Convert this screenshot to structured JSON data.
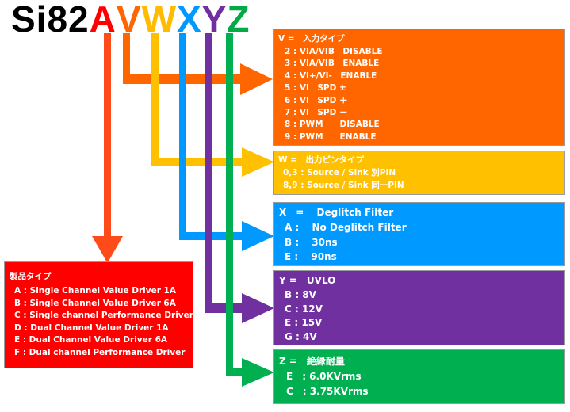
{
  "title": {
    "chars": [
      {
        "text": "Si82",
        "color": "#000000"
      },
      {
        "text": "A",
        "color": "#ff0000"
      },
      {
        "text": "V",
        "color": "#ff6600"
      },
      {
        "text": "W",
        "color": "#ffbb00"
      },
      {
        "text": "X",
        "color": "#0099ff"
      },
      {
        "text": "Y",
        "color": "#7030a0"
      },
      {
        "text": "Z",
        "color": "#00aa44"
      }
    ]
  },
  "colors": {
    "product": "#ff0000",
    "arrow_product": "#ff4a1a",
    "v": "#ff6600",
    "w": "#ffc000",
    "x": "#0099ff",
    "y": "#7030a0",
    "z": "#00b050"
  },
  "boxes": {
    "v": {
      "header": "V =　入力タイプ",
      "rows": [
        "2 : VIA/VIB　DISABLE",
        "3 : VIA/VIB　ENABLE",
        "4 : VI+/VI-　ENABLE",
        "5 : VI　SPD ±",
        "6 : VI　SPD ＋",
        "7 : VI　SPD －",
        "8 : PWM　　DISABLE",
        "9 : PWM　　ENABLE"
      ]
    },
    "w": {
      "header": "W =　出力ピンタイプ",
      "rows": [
        "0,3 : Source / Sink 別PIN",
        "8,9 : Source / Sink 同一PIN"
      ]
    },
    "x": {
      "header": "X　=　 Deglitch Filter",
      "rows": [
        "A :　 No Deglitch Filter",
        "B :　 30ns",
        "E :　 90ns"
      ]
    },
    "y": {
      "header": "Y =　UVLO",
      "rows": [
        "B : 8V",
        "C : 12V",
        "E : 15V",
        "G : 4V"
      ]
    },
    "z": {
      "header": "Z =　絶縁耐量",
      "rows": [
        "E　: 6.0KVrms",
        "C　: 3.75KVrms"
      ]
    },
    "product": {
      "header": "製品タイプ",
      "rows": [
        "A : Single Channel Value Driver 1A",
        "B : Single Channel Value Driver 6A",
        "C : Single channel  Performance Driver",
        "D : Dual Channel Value Driver 1A",
        "E : Dual Channel Value Driver 6A",
        "F : Dual channel  Performance Driver"
      ]
    }
  }
}
